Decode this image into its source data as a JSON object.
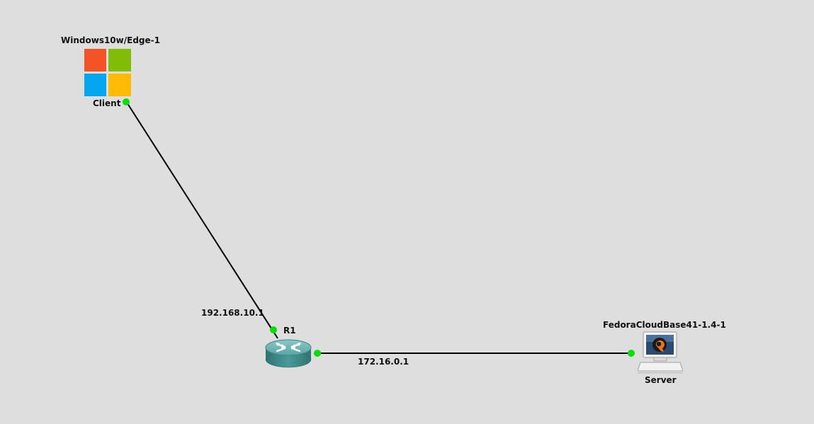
{
  "nodes": {
    "client": {
      "name": "Windows10w/Edge-1",
      "role_label": "Client",
      "icon": "windows-logo-icon",
      "colors": {
        "red": "#f35325",
        "green": "#81bc06",
        "blue": "#05a6f0",
        "yellow": "#ffba08"
      }
    },
    "router": {
      "name": "R1",
      "icon": "router-icon",
      "color": "#3f9090"
    },
    "server": {
      "name": "FedoraCloudBase41-1.4-1",
      "role_label": "Server",
      "icon": "qemu-vm-icon"
    }
  },
  "links": [
    {
      "from": "client",
      "to": "router",
      "label": "192.168.10.1"
    },
    {
      "from": "router",
      "to": "server",
      "label": "172.16.0.1"
    }
  ],
  "colors": {
    "background": "#dedede",
    "link": "#000000",
    "port_up": "#00e000"
  }
}
